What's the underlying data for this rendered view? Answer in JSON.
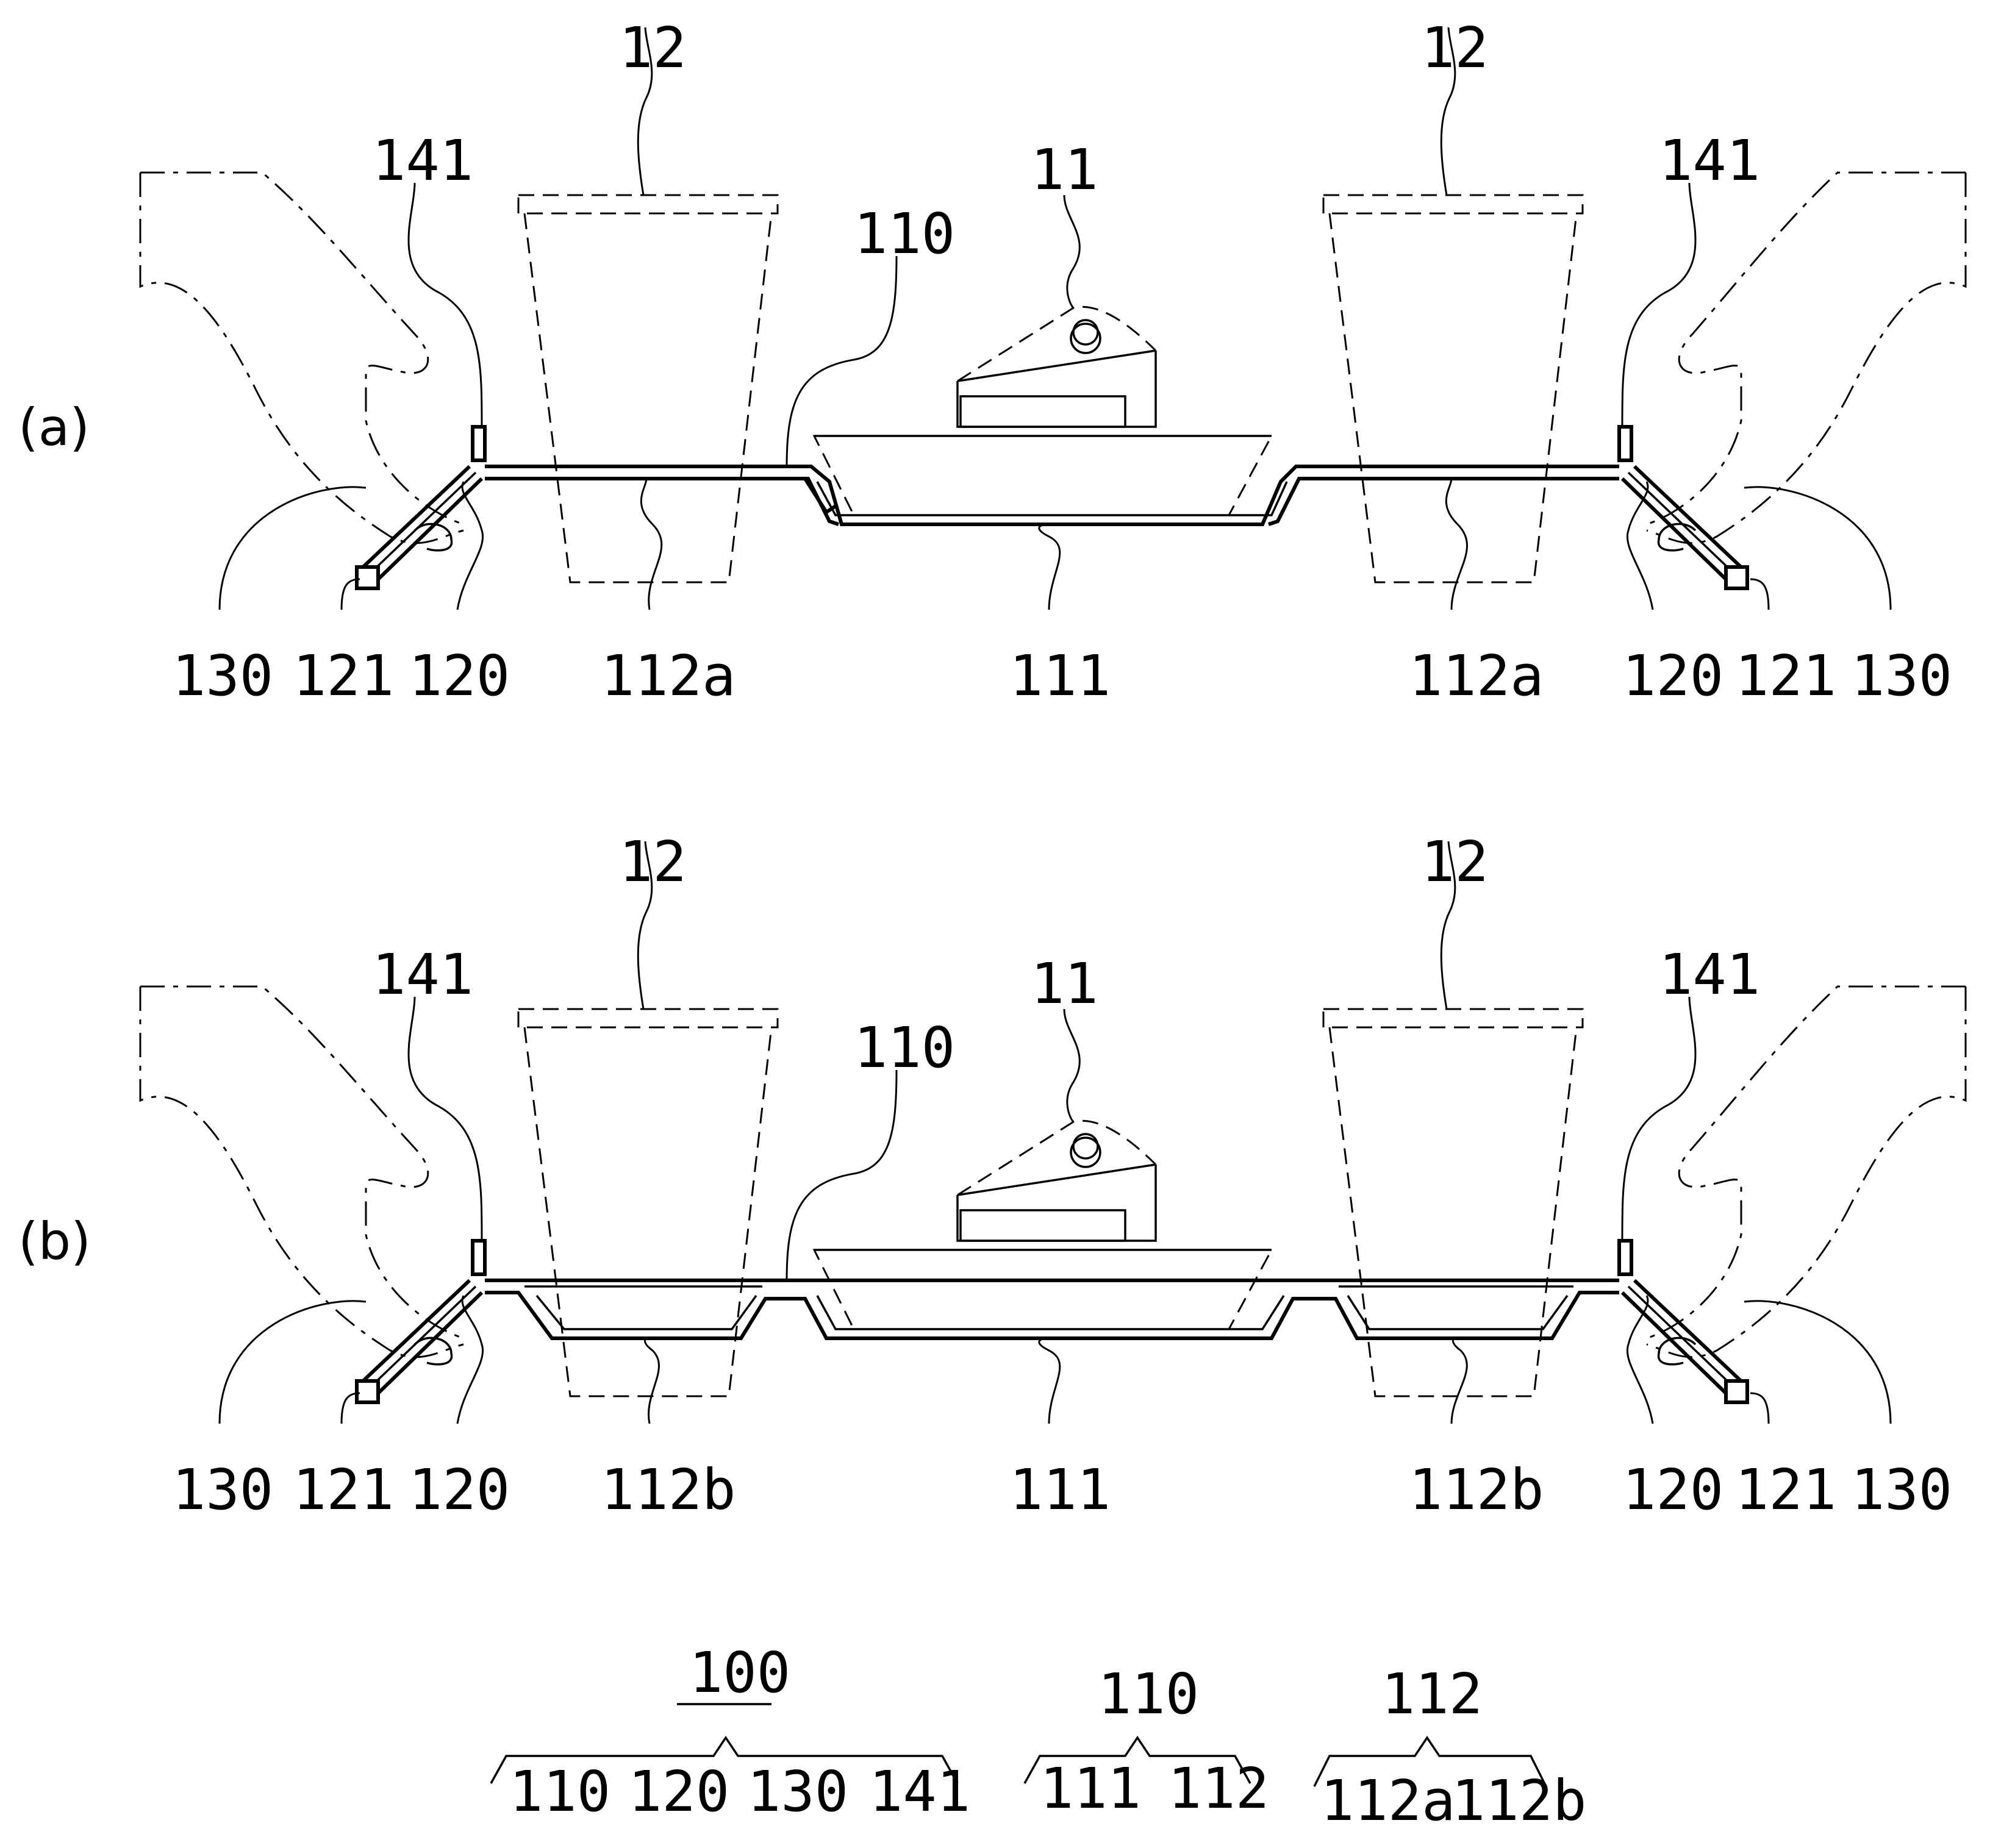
{
  "panels": [
    {
      "id": "a",
      "panel_label": "(a)",
      "label_12_left": "12",
      "label_12_right": "12",
      "label_141_left": "141",
      "label_141_right": "141",
      "label_11": "11",
      "label_110": "110",
      "bottom_labels": [
        "130",
        "121",
        "120",
        "112a",
        "111",
        "112a",
        "120",
        "121",
        "130"
      ]
    },
    {
      "id": "b",
      "panel_label": "(b)",
      "label_12_left": "12",
      "label_12_right": "12",
      "label_141_left": "141",
      "label_141_right": "141",
      "label_11": "11",
      "label_110": "110",
      "bottom_labels": [
        "130",
        "121",
        "120",
        "112b",
        "111",
        "112b",
        "120",
        "121",
        "130"
      ]
    }
  ],
  "legend": {
    "group_100": {
      "title": "100",
      "items": [
        "110",
        "120",
        "130",
        "141"
      ]
    },
    "group_110": {
      "title": "110",
      "items": [
        "111",
        "112"
      ]
    },
    "group_112": {
      "title": "112",
      "items": [
        "112a",
        "112b"
      ]
    }
  }
}
